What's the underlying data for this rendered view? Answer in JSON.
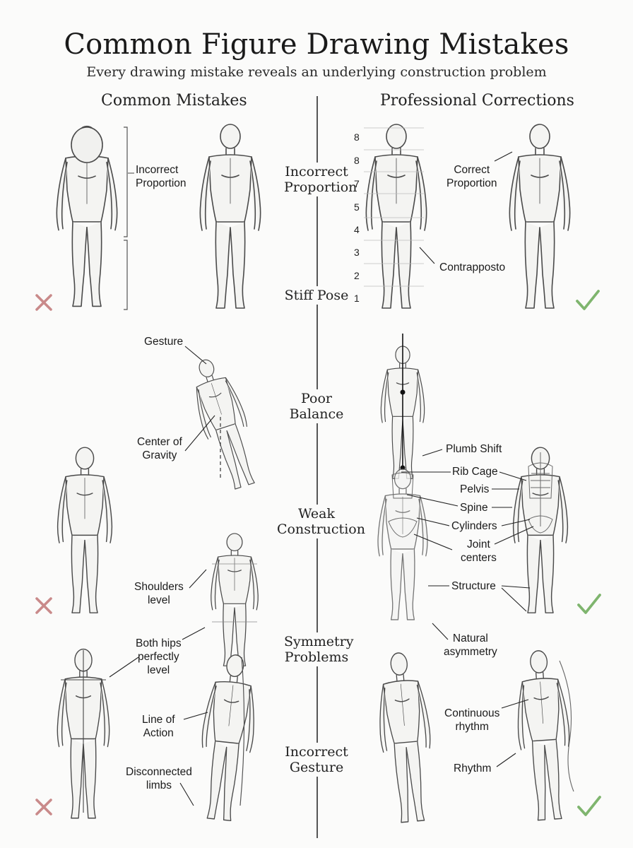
{
  "header": {
    "title": "Common Figure Drawing Mistakes",
    "subtitle": "Every drawing mistake reveals an underlying construction problem"
  },
  "columns": {
    "left": "Common Mistakes",
    "right": "Professional Corrections"
  },
  "sections": {
    "proportion": "Incorrect\nProportion",
    "stiff_pose": "Stiff Pose",
    "balance": "Poor\nBalance",
    "construction": "Weak\nConstruction",
    "symmetry": "Symmetry\nProblems",
    "gesture": "Incorrect\nGesture"
  },
  "labels": {
    "incorrect_proportion": "Incorrect\nProportion",
    "correct_proportion": "Correct\nProportion",
    "contrapposto": "Contrapposto",
    "gesture": "Gesture",
    "center_of_gravity": "Center of\nGravity",
    "plumb_shift": "Plumb Shift",
    "rib_cage": "Rib Cage",
    "pelvis": "Pelvis",
    "spine": "Spine",
    "cylinders": "Cylinders",
    "joint_centers": "Joint\ncenters",
    "structure": "Structure",
    "shoulders_level": "Shoulders\nlevel",
    "both_hips_level": "Both hips\nperfectly\nlevel",
    "natural_asymmetry": "Natural\nasymmetry",
    "line_of_action": "Line of\nAction",
    "continuous_rhythm": "Continuous\nrhythm",
    "disconnected_limbs": "Disconnected\nlimbs",
    "rhythm": "Rhythm"
  },
  "head_scale": [
    "8",
    "8",
    "7",
    "5",
    "4",
    "3",
    "2",
    "1"
  ],
  "marks": {
    "wrong_color": "#c98a8a",
    "correct_color": "#7fb56e"
  }
}
